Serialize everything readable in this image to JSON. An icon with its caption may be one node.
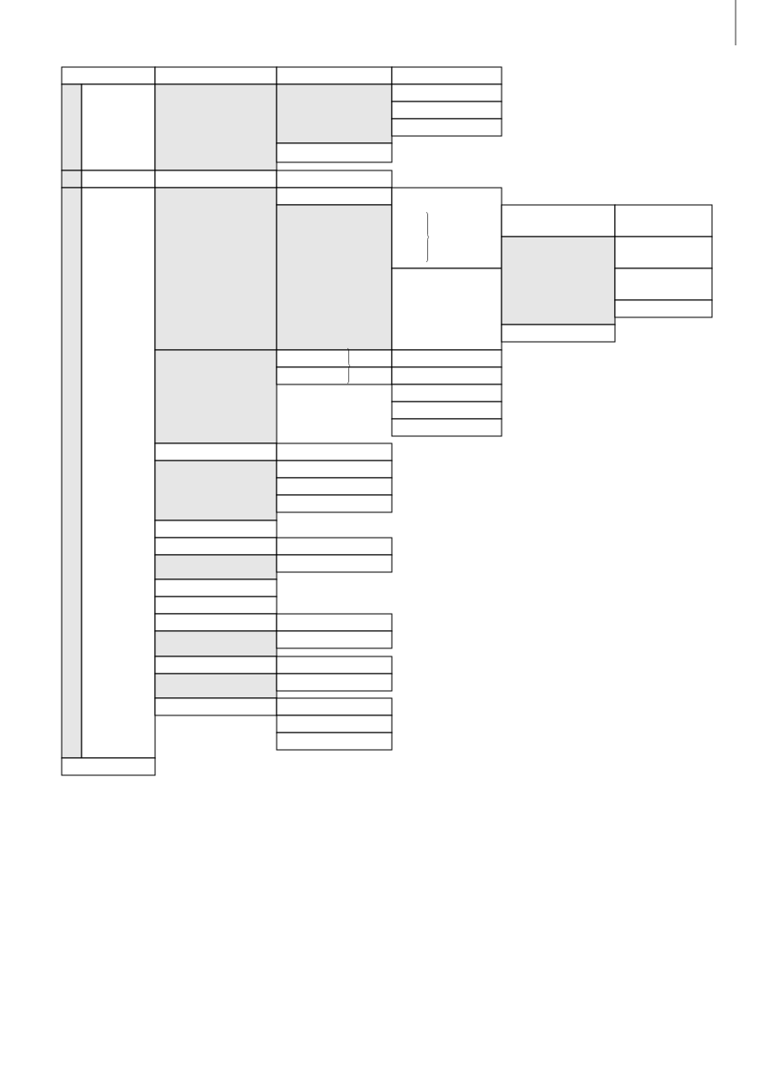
{
  "diagram": {
    "nodes": [
      {
        "text": [],
        "shape": "box"
      },
      {
        "text": [],
        "shape": "box"
      },
      {
        "text": [],
        "shape": "box"
      },
      {
        "text": [],
        "shape": "box"
      },
      {
        "text": [],
        "shape": "box"
      },
      {
        "text": [],
        "shape": "box"
      },
      {
        "text": [],
        "shape": "box"
      },
      {
        "text": [],
        "shape": "box"
      },
      {
        "text": [],
        "shape": "box"
      },
      {
        "text": [],
        "shape": "box"
      },
      {
        "text": [],
        "shape": "box"
      },
      {
        "text": [],
        "shape": "box"
      },
      {
        "text": [],
        "shape": "box"
      },
      {
        "text": [],
        "shape": "box"
      },
      {
        "text": [],
        "shape": "box"
      },
      {
        "text": [],
        "shape": "box"
      },
      {
        "text": [],
        "shape": "box"
      },
      {
        "text": [],
        "shape": "box"
      },
      {
        "text": [],
        "shape": "box"
      },
      {
        "text": [],
        "shape": "box"
      },
      {
        "text": [],
        "shape": "box"
      },
      {
        "text": [],
        "shape": "box"
      },
      {
        "text": [],
        "shape": "box"
      },
      {
        "text": [],
        "shape": "box"
      },
      {
        "text": [],
        "shape": "box"
      },
      {
        "text": [],
        "shape": "box"
      },
      {
        "text": [],
        "shape": "box"
      },
      {
        "text": [],
        "shape": "box"
      },
      {
        "text": [],
        "shape": "box"
      },
      {
        "text": [],
        "shape": "box"
      },
      {
        "text": [],
        "shape": "box"
      },
      {
        "text": [],
        "shape": "box"
      },
      {
        "text": [],
        "shape": "box"
      },
      {
        "text": [],
        "shape": "box"
      },
      {
        "text": [],
        "shape": "box"
      },
      {
        "text": [],
        "shape": "box"
      },
      {
        "text": [],
        "shape": "box"
      },
      {
        "text": [],
        "shape": "box"
      },
      {
        "text": [],
        "shape": "box"
      },
      {
        "text": [],
        "shape": "box"
      },
      {
        "text": [],
        "shape": "box"
      },
      {
        "text": [],
        "shape": "box"
      },
      {
        "text": [],
        "shape": "box"
      },
      {
        "text": [],
        "shape": "box"
      },
      {
        "text": [],
        "shape": "box"
      },
      {
        "text": [],
        "shape": "box"
      },
      {
        "text": [],
        "shape": "box"
      },
      {
        "text": [],
        "shape": "box"
      },
      {
        "text": [],
        "shape": "box"
      },
      {
        "text": [],
        "shape": "box"
      },
      {
        "text": [],
        "shape": "box"
      },
      {
        "text": [],
        "shape": "box"
      },
      {
        "text": [],
        "shape": "box"
      },
      {
        "text": [],
        "shape": "box"
      },
      {
        "text": [],
        "shape": "box"
      },
      {
        "text": [],
        "shape": "box"
      },
      {
        "text": [],
        "shape": "box"
      },
      {
        "text": [],
        "shape": "box"
      },
      {
        "text": [],
        "shape": "box"
      },
      {
        "text": [],
        "shape": "box"
      },
      {
        "text": [],
        "shape": "box"
      },
      {
        "text": [],
        "shape": "box"
      },
      {
        "text": [],
        "shape": "box"
      },
      {
        "text": [],
        "shape": "box"
      }
    ]
  }
}
